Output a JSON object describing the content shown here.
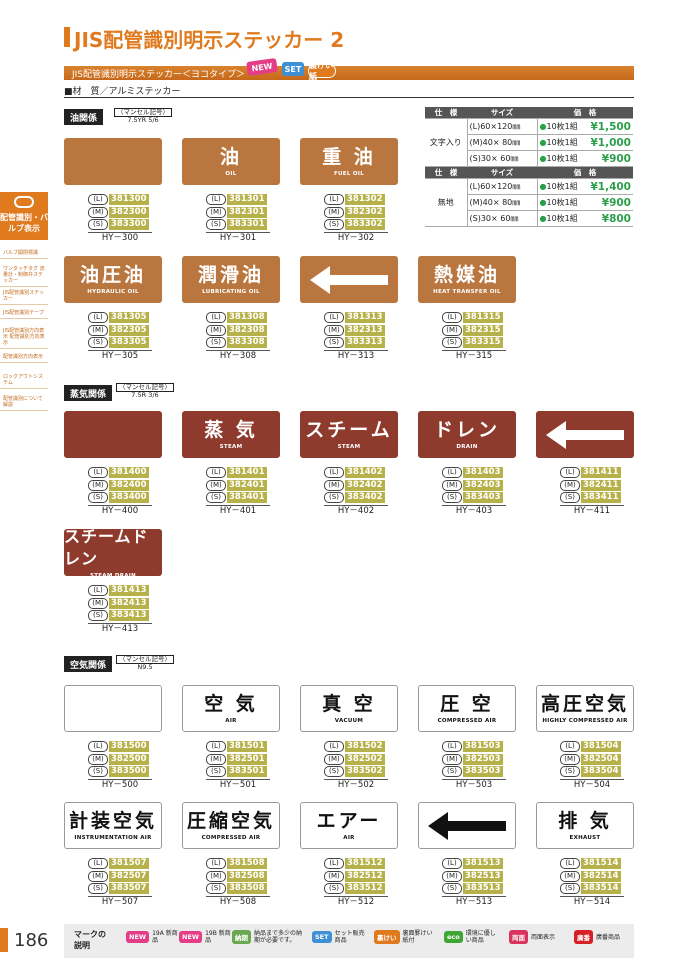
{
  "page": {
    "title": "JIS配管識別明示ステッカー 2",
    "subtitle": "JIS配管識別明示ステッカー＜ヨコタイプ＞",
    "badges": {
      "new": "NEW",
      "set": "SET",
      "rev": "裏けい紙"
    },
    "material": "■材　質／アルミステッカー",
    "page_number": "186"
  },
  "sidebar": {
    "head": "配管識別・バルブ表示",
    "items": [
      "バルブ開閉標識",
      "ワンタッチタグ 流量計・制御弁ステッカー",
      "JIS配管識別ステッカー",
      "JIS配管識別テープ",
      "JIS配管識別方向表示 配管識別方向表示",
      "配管識別方向表示",
      "ロックアウトシステム",
      "配管識別について解説"
    ]
  },
  "sections": {
    "oil": {
      "tag": "油関係",
      "munsell_label": "（マンセル記号）",
      "munsell_value": "7.5YR  5/6"
    },
    "steam": {
      "tag": "蒸気関係",
      "munsell_label": "（マンセル記号）",
      "munsell_value": "7.5R  3/6"
    },
    "air": {
      "tag": "空気関係",
      "munsell_label": "（マンセル記号）",
      "munsell_value": "N9.5"
    }
  },
  "sizes": {
    "L": "(L)",
    "M": "(M)",
    "S": "(S)"
  },
  "products": [
    {
      "big": "",
      "sub": "",
      "L": "381300",
      "M": "382300",
      "S": "383300",
      "hy": "HY－300"
    },
    {
      "big": "油",
      "sub": "OIL",
      "L": "381301",
      "M": "382301",
      "S": "383301",
      "hy": "HY－301"
    },
    {
      "big": "重 油",
      "sub": "FUEL OIL",
      "L": "381302",
      "M": "382302",
      "S": "383302",
      "hy": "HY－302"
    },
    {
      "big": "油圧油",
      "sub": "HYDRAULIC OIL",
      "L": "381305",
      "M": "382305",
      "S": "383305",
      "hy": "HY－305"
    },
    {
      "big": "潤滑油",
      "sub": "LUBRICATING OIL",
      "L": "381308",
      "M": "382308",
      "S": "383308",
      "hy": "HY－308"
    },
    {
      "big": "",
      "sub": "",
      "L": "381313",
      "M": "382313",
      "S": "383313",
      "hy": "HY－313"
    },
    {
      "big": "熱媒油",
      "sub": "HEAT TRANSFER OIL",
      "L": "381315",
      "M": "382315",
      "S": "383315",
      "hy": "HY－315"
    },
    {
      "big": "",
      "sub": "",
      "L": "381400",
      "M": "382400",
      "S": "383400",
      "hy": "HY－400"
    },
    {
      "big": "蒸 気",
      "sub": "STEAM",
      "L": "381401",
      "M": "382401",
      "S": "383401",
      "hy": "HY－401"
    },
    {
      "big": "スチーム",
      "sub": "STEAM",
      "L": "381402",
      "M": "382402",
      "S": "383402",
      "hy": "HY－402"
    },
    {
      "big": "ドレン",
      "sub": "DRAIN",
      "L": "381403",
      "M": "382403",
      "S": "383403",
      "hy": "HY－403"
    },
    {
      "big": "",
      "sub": "",
      "L": "381411",
      "M": "382411",
      "S": "383411",
      "hy": "HY－411"
    },
    {
      "big": "スチームドレン",
      "sub": "STEAM DRAIN",
      "L": "381413",
      "M": "382413",
      "S": "383413",
      "hy": "HY－413"
    },
    {
      "big": "",
      "sub": "",
      "L": "381500",
      "M": "382500",
      "S": "383500",
      "hy": "HY－500"
    },
    {
      "big": "空 気",
      "sub": "AIR",
      "L": "381501",
      "M": "382501",
      "S": "383501",
      "hy": "HY－501"
    },
    {
      "big": "真 空",
      "sub": "VACUUM",
      "L": "381502",
      "M": "382502",
      "S": "383502",
      "hy": "HY－502"
    },
    {
      "big": "圧 空",
      "sub": "COMPRESSED AIR",
      "L": "381503",
      "M": "382503",
      "S": "383503",
      "hy": "HY－503"
    },
    {
      "big": "高圧空気",
      "sub": "HIGHLY COMPRESSED AIR",
      "L": "381504",
      "M": "382504",
      "S": "383504",
      "hy": "HY－504"
    },
    {
      "big": "計装空気",
      "sub": "INSTRUMENTATION AIR",
      "L": "381507",
      "M": "382507",
      "S": "383507",
      "hy": "HY－507"
    },
    {
      "big": "圧縮空気",
      "sub": "COMPRESSED AIR",
      "L": "381508",
      "M": "382508",
      "S": "383508",
      "hy": "HY－508"
    },
    {
      "big": "エアー",
      "sub": "AIR",
      "L": "381512",
      "M": "382512",
      "S": "383512",
      "hy": "HY－512"
    },
    {
      "big": "",
      "sub": "",
      "L": "381513",
      "M": "382513",
      "S": "383513",
      "hy": "HY－513"
    },
    {
      "big": "排 気",
      "sub": "EXHAUST",
      "L": "381514",
      "M": "382514",
      "S": "383514",
      "hy": "HY－514"
    }
  ],
  "price_table": {
    "headers": [
      "仕　様",
      "サイズ",
      "価　格"
    ],
    "groups": [
      {
        "name": "文字入り",
        "rows": [
          {
            "size": "(L)60×120㎜",
            "qty": "10枚1組",
            "price": "¥1,500"
          },
          {
            "size": "(M)40× 80㎜",
            "qty": "10枚1組",
            "price": "¥1,000"
          },
          {
            "size": "(S)30× 60㎜",
            "qty": "10枚1組",
            "price": "¥900"
          }
        ]
      },
      {
        "name": "無地",
        "rows": [
          {
            "size": "(L)60×120㎜",
            "qty": "10枚1組",
            "price": "¥1,400"
          },
          {
            "size": "(M)40× 80㎜",
            "qty": "10枚1組",
            "price": "¥900"
          },
          {
            "size": "(S)30× 60㎜",
            "qty": "10枚1組",
            "price": "¥800"
          }
        ]
      }
    ]
  },
  "legend": {
    "title": "マークの説明",
    "items": [
      {
        "badge": "NEW",
        "text": "19A 新商品",
        "color": "#e43c86"
      },
      {
        "badge": "NEW",
        "text": "19B 新商品",
        "color": "#e43c86"
      },
      {
        "badge": "納期",
        "text": "納品まで多少の納期が必要です。",
        "color": "#6aa84f"
      },
      {
        "badge": "SET",
        "text": "セット販売商品",
        "color": "#3e8fd4"
      },
      {
        "badge": "裏けい",
        "text": "裏面罫けい紙付",
        "color": "#e07a1f"
      },
      {
        "badge": "eco",
        "text": "環境に優しい商品",
        "color": "#3fa535"
      },
      {
        "badge": "両面",
        "text": "両面表示",
        "color": "#d8345f"
      },
      {
        "badge": "廣番",
        "text": "廣番商品",
        "color": "#d61f26"
      }
    ]
  },
  "colors": {
    "accent": "#e07a1f",
    "oil": "#b9773f",
    "steam": "#8e3b2e",
    "code": "#b7b14a",
    "price": "#2aa04a"
  }
}
